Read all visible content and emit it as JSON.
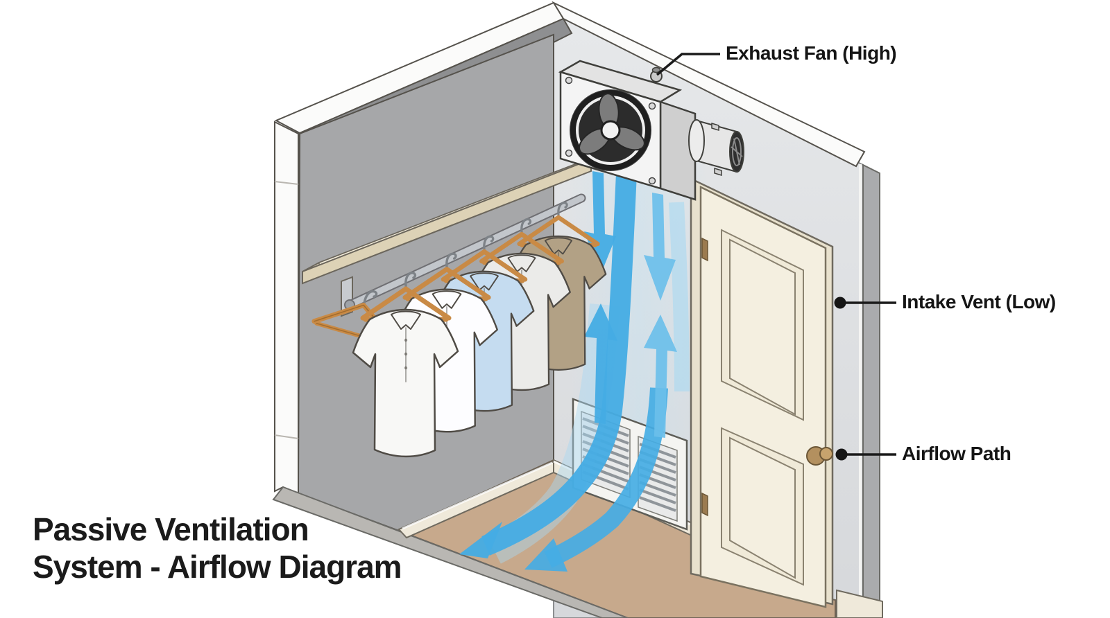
{
  "title": {
    "line1": "Passive Ventilation",
    "line2": "System - Airflow Diagram"
  },
  "callouts": {
    "exhaust_fan": {
      "label": "Exhaust Fan (High)"
    },
    "intake_vent": {
      "label": "Intake Vent (Low)"
    },
    "airflow_path": {
      "label": "Airflow Path"
    }
  },
  "shirt_colors": [
    "#f8f8f6",
    "#fdfdff",
    "#c5dcf0",
    "#ebebe9",
    "#b2a185"
  ],
  "colors": {
    "background": "#ffffff",
    "label_text": "#151515",
    "outline": "#55524c",
    "left_wall": "#a6a7a9",
    "left_wall_top": "#8e8f91",
    "right_wall": "#dfe1e4",
    "wall_edge_white": "#fbfbfa",
    "floor": "#c7a98c",
    "floor_threshold": "#a38059",
    "baseboard": "#efe9da",
    "slab_edge": "#b9b7b3",
    "shelf": "#efe5cf",
    "shelf_edge": "#ddd2b6",
    "rod_metal": "#c2c6cb",
    "hanger_wood": "#c98a45",
    "door": "#f4efe0",
    "door_frame": "#e8e1cd",
    "door_knob": "#b3905f",
    "vent_frame": "#f4f4f1",
    "fan_body": "#f4f4f4",
    "fan_dark": "#2c2c2c",
    "airflow_blue": "#45ace4",
    "airflow_blue_soft": "#6bbfea",
    "airflow_light": "#a9d8f2"
  }
}
